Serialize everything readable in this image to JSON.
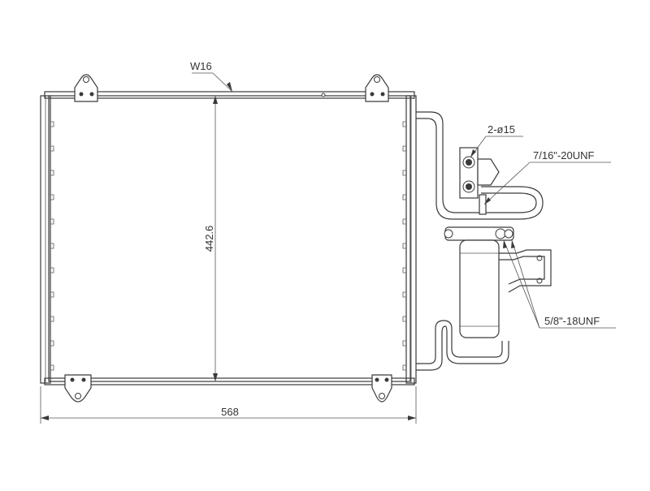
{
  "diagram": {
    "labels": {
      "tube_width": "W16",
      "height_dim": "442.6",
      "width_dim": "568",
      "port_holes": "2-ø15",
      "thread_small": "7/16\"-20UNF",
      "thread_large": "5/8\"-18UNF"
    },
    "colors": {
      "line": "#3a3a3a",
      "background": "#ffffff"
    }
  }
}
